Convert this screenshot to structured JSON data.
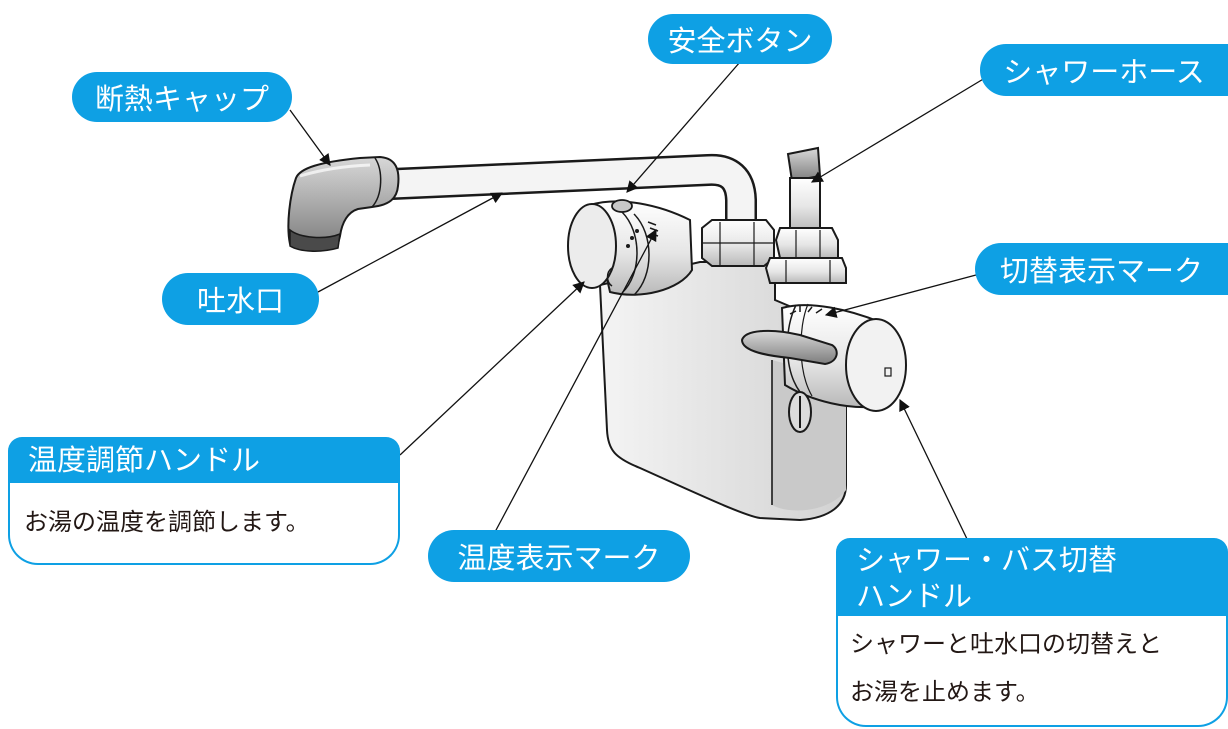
{
  "colors": {
    "accent": "#0ea0e4",
    "text_on_accent": "#ffffff",
    "outline": "#1a1a1a"
  },
  "labels": {
    "insulation_cap": "断熱キャップ",
    "safety_button": "安全ボタン",
    "shower_hose": "シャワーホース",
    "switch_indicator_mark": "切替表示マーク",
    "spout": "吐水口",
    "temperature_indicator_mark": "温度表示マーク"
  },
  "temperature_handle": {
    "title": "温度調節ハンドル",
    "description": "お湯の温度を調節します。"
  },
  "shower_bath_handle": {
    "title_lines": [
      "シャワー・バス切替",
      "ハンドル"
    ],
    "description_lines": [
      "シャワーと吐水口の切替えと",
      "お湯を止めます。"
    ]
  }
}
